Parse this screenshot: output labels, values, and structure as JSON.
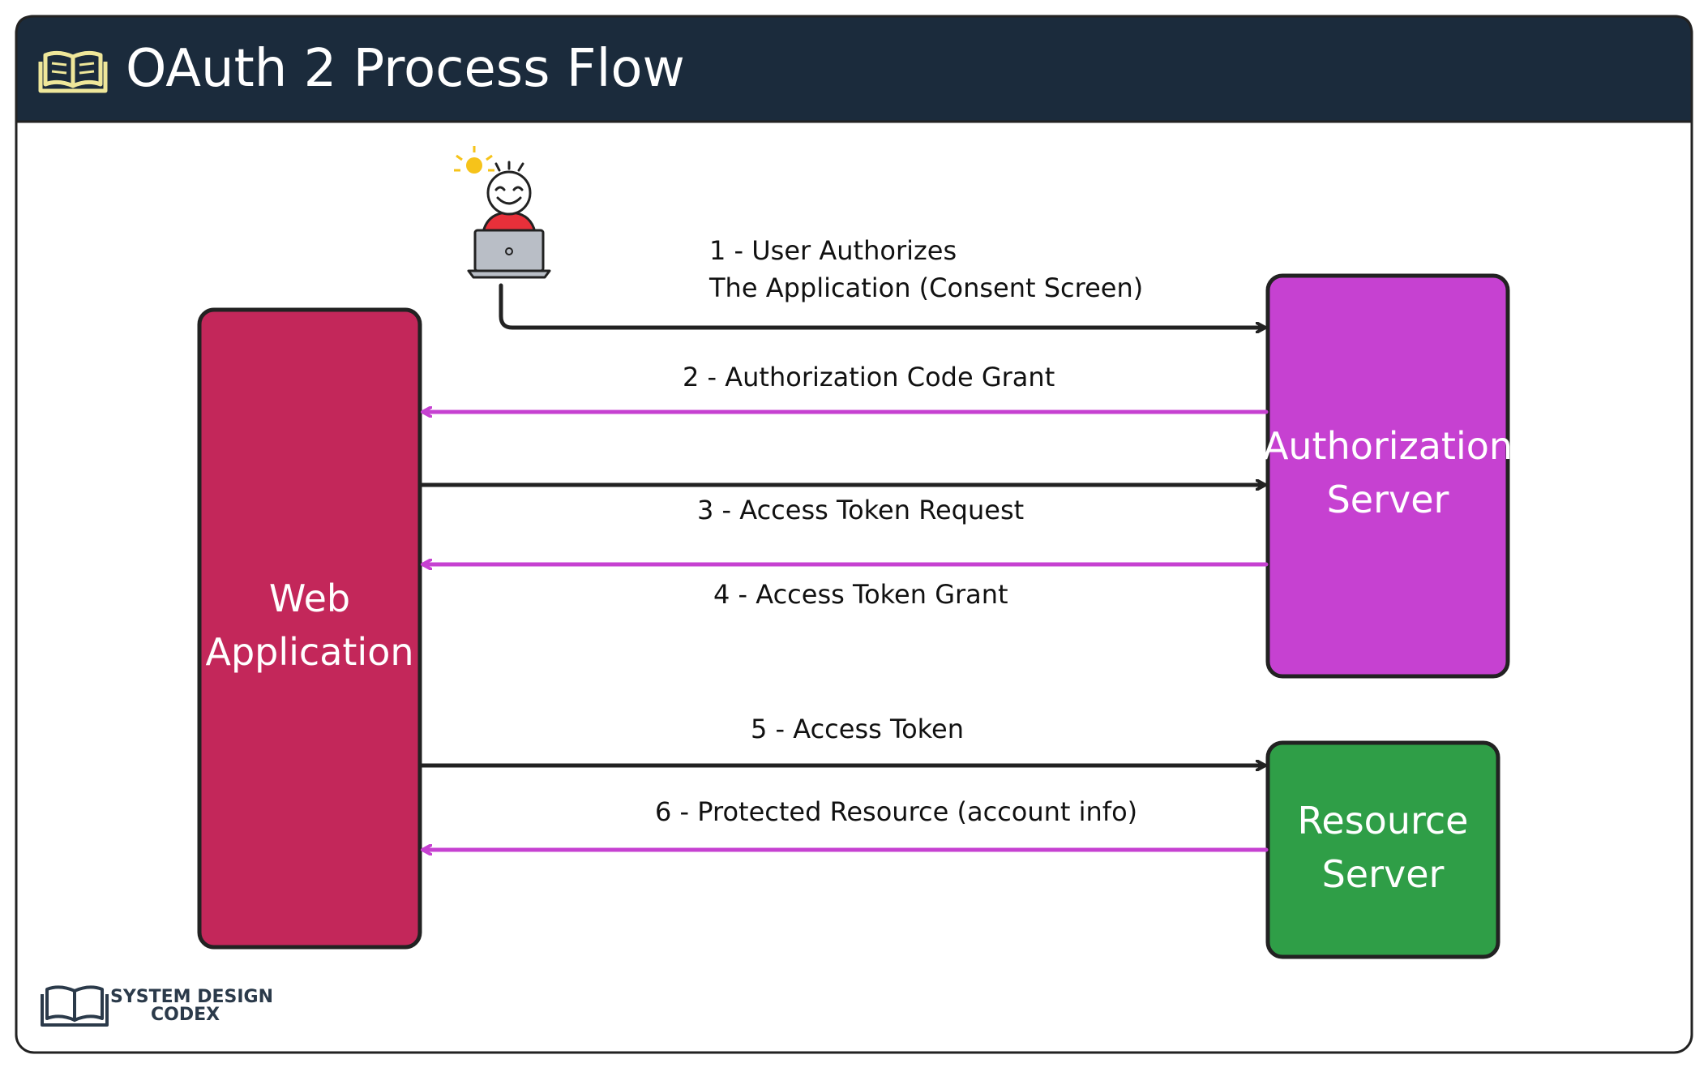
{
  "title": "OAuth 2 Process Flow",
  "colors": {
    "header_bg": "#1b2b3c",
    "header_text": "#ffffff",
    "book_icon": "#efe79a",
    "web_app": "#c3275a",
    "auth_server": "#c641d1",
    "resource_server": "#2f9e47",
    "arrow_dark": "#222222",
    "arrow_purple": "#c641d1",
    "user_shirt": "#e8303a",
    "laptop": "#b9bec6",
    "bulb": "#f6c31a"
  },
  "nodes": {
    "web_app": {
      "line1": "Web",
      "line2": "Application"
    },
    "auth_server": {
      "line1": "Authorization",
      "line2": "Server"
    },
    "resource_server": {
      "line1": "Resource",
      "line2": "Server"
    }
  },
  "steps": {
    "s1_line1": "1 - User Authorizes",
    "s1_line2": "The Application (Consent Screen)",
    "s2": "2 - Authorization Code Grant",
    "s3": "3 - Access Token Request",
    "s4": "4 - Access Token Grant",
    "s5": "5 - Access Token",
    "s6": "6 - Protected Resource (account info)"
  },
  "branding": {
    "line1": "SYSTEM DESIGN",
    "line2": "CODEX"
  }
}
